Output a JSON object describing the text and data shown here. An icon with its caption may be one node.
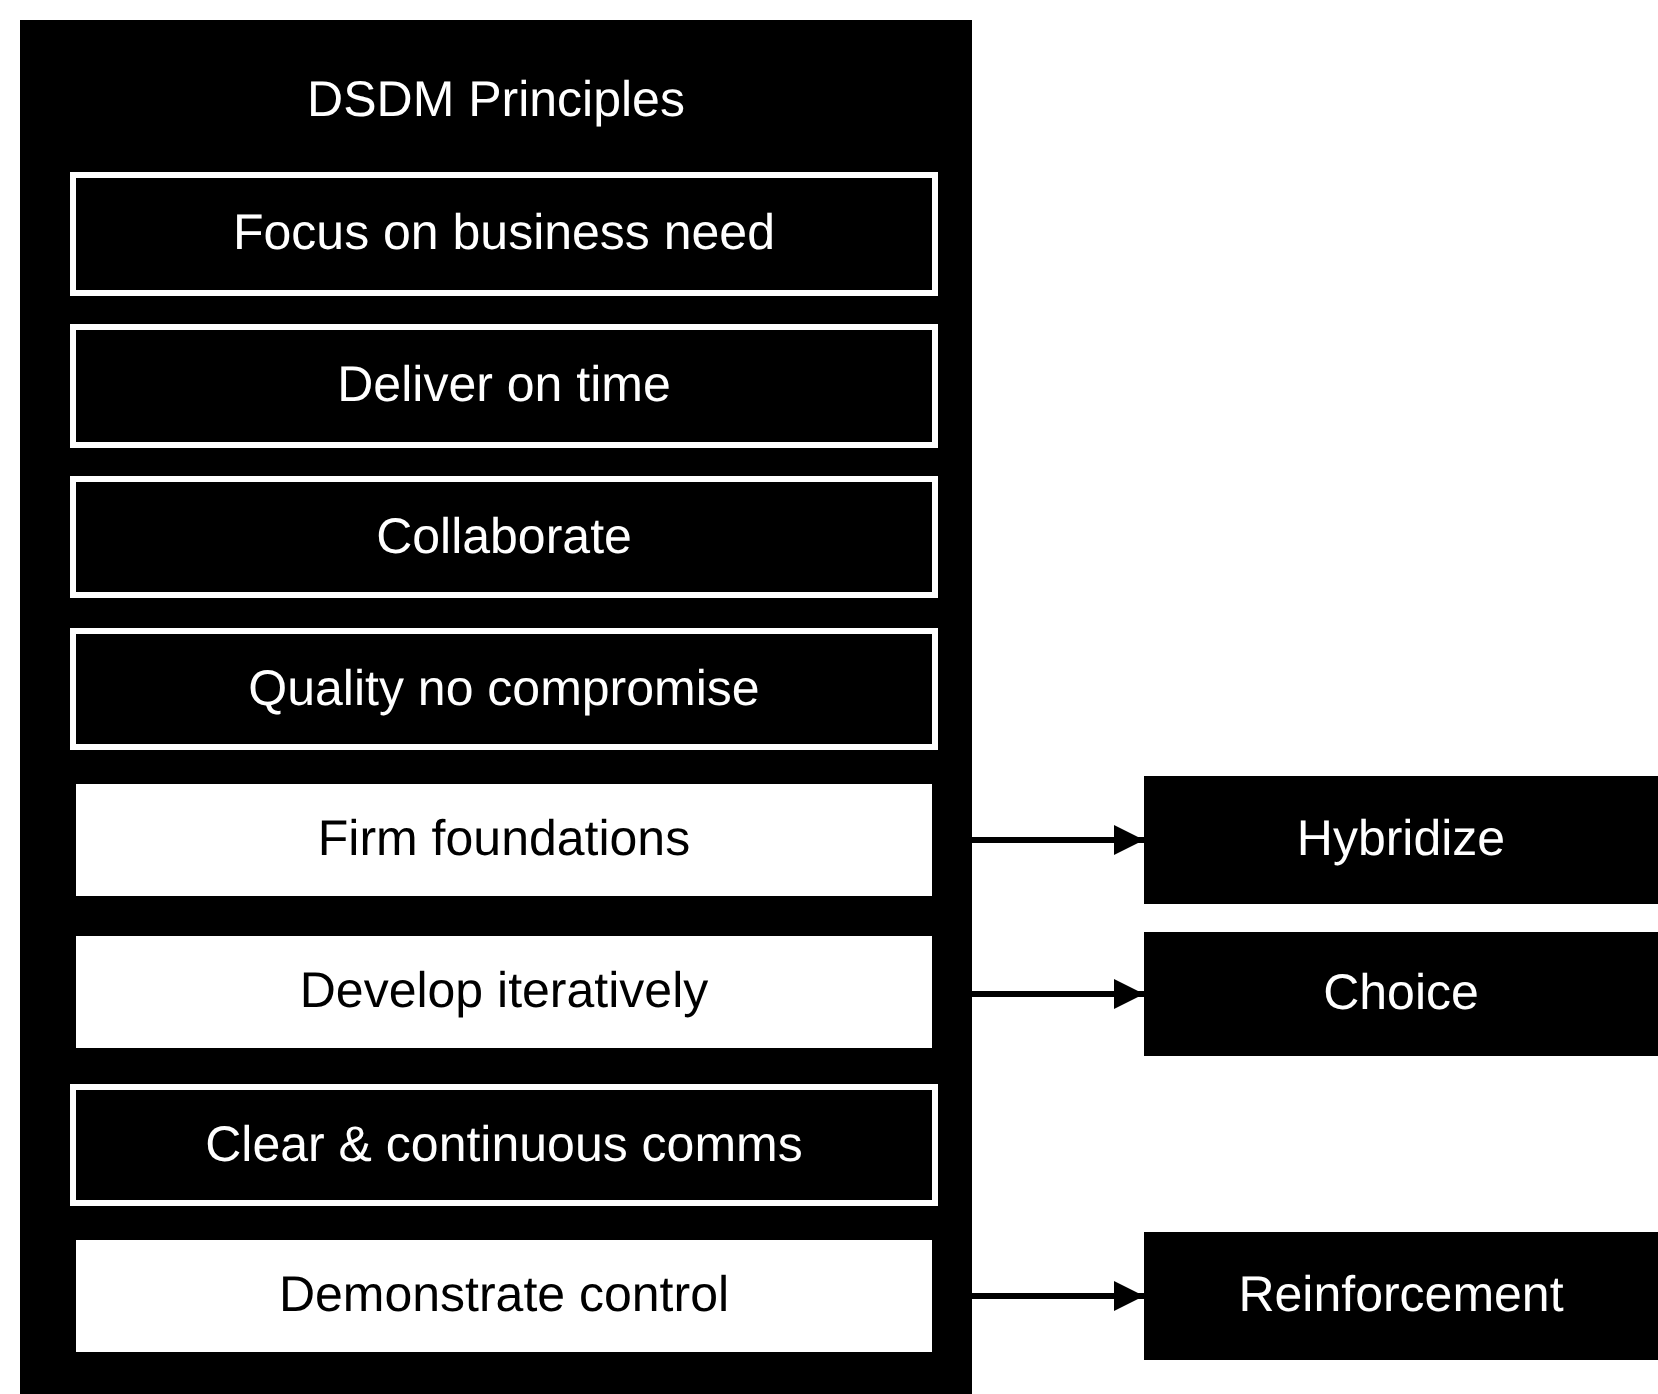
{
  "diagram": {
    "nodes": [
      {
        "text": [
          "DSDM Principles"
        ]
      },
      {
        "text": [
          "Focus on business need"
        ],
        "in": 0
      },
      {
        "text": [
          "Deliver on time"
        ],
        "in": 0
      },
      {
        "text": [
          "Collaborate"
        ],
        "in": 0
      },
      {
        "text": [
          "Quality no compromise"
        ],
        "in": 0
      },
      {
        "text": [
          "Firm foundations"
        ],
        "in": 0
      },
      {
        "text": [
          "Develop iteratively"
        ],
        "in": 0
      },
      {
        "text": [
          "Clear & continuous comms"
        ],
        "in": 0
      },
      {
        "text": [
          "Demonstrate control"
        ],
        "in": 0
      },
      {
        "text": [
          "Hybridize"
        ]
      },
      {
        "text": [
          "Choice"
        ]
      },
      {
        "text": [
          "Reinforcement"
        ]
      }
    ],
    "edges": [
      {
        "from": 5,
        "to": 9,
        "arrow": "to"
      },
      {
        "from": 6,
        "to": 10,
        "arrow": "to"
      },
      {
        "from": 8,
        "to": 11,
        "arrow": "to"
      }
    ]
  }
}
